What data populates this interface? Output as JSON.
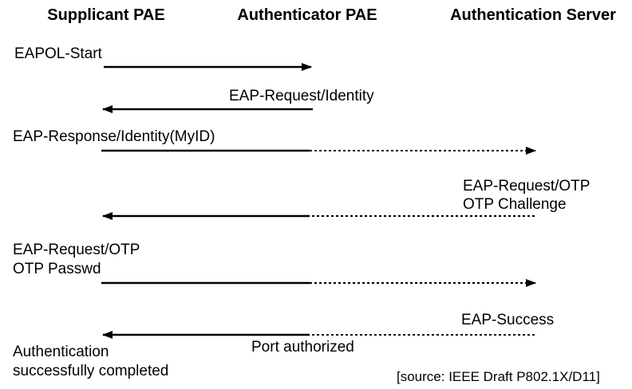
{
  "colors": {
    "background": "#ffffff",
    "text": "#000000",
    "line": "#000000"
  },
  "columns": [
    {
      "id": "supplicant",
      "label": "Supplicant PAE"
    },
    {
      "id": "authenticator",
      "label": "Authenticator PAE"
    },
    {
      "id": "server",
      "label": "Authentication Server"
    }
  ],
  "messages": [
    {
      "label": "EAPOL-Start",
      "from": "supplicant",
      "to": "authenticator",
      "direction": "right",
      "line_style": "solid"
    },
    {
      "label": "EAP-Request/Identity",
      "from": "authenticator",
      "to": "supplicant",
      "direction": "left",
      "line_style": "solid"
    },
    {
      "label": "EAP-Response/Identity(MyID)",
      "from": "supplicant",
      "to": "server",
      "direction": "right",
      "line_style": "solid-then-dotted"
    },
    {
      "label": "EAP-Request/OTP",
      "label2": "OTP Challenge",
      "from": "server",
      "to": "supplicant",
      "direction": "left",
      "line_style": "dotted-then-solid"
    },
    {
      "label": "EAP-Request/OTP",
      "label2": "OTP Passwd",
      "from": "supplicant",
      "to": "server",
      "direction": "right",
      "line_style": "solid-then-dotted"
    },
    {
      "label": "EAP-Success",
      "from": "server",
      "to": "supplicant",
      "direction": "left",
      "line_style": "dotted-then-solid"
    }
  ],
  "annotations": {
    "port_authorized": "Port authorized",
    "completion_line1": "Authentication",
    "completion_line2": "successfully completed",
    "source": "[source: IEEE Draft P802.1X/D11]"
  }
}
